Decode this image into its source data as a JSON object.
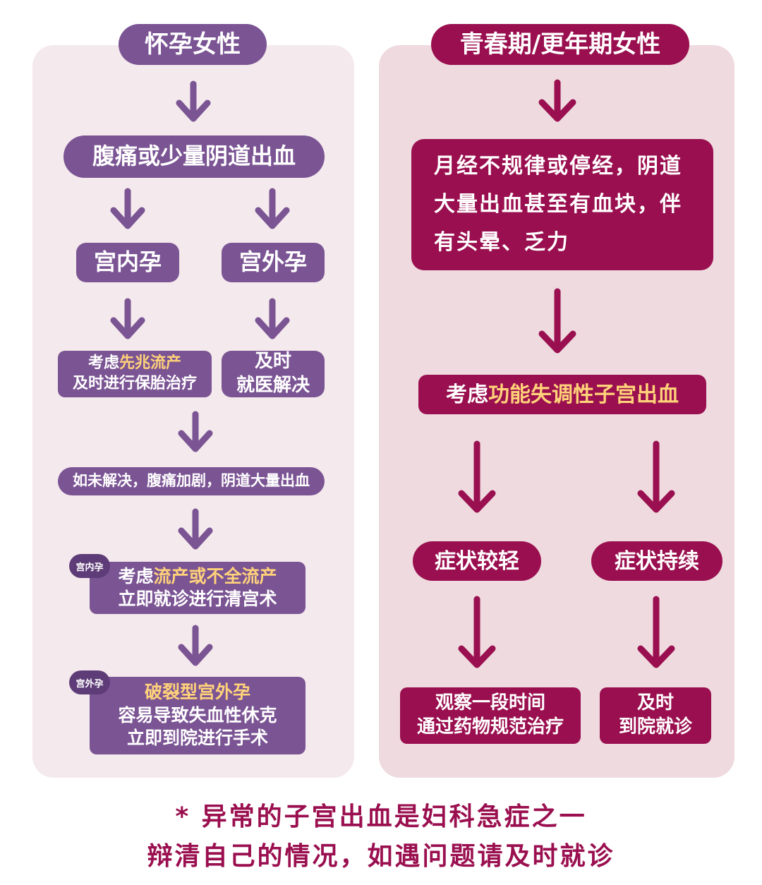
{
  "colors": {
    "purple": "#7b5494",
    "wine": "#9a0f4f",
    "highlight": "#ffd27a"
  },
  "left": {
    "title": "怀孕女性",
    "symptom": "腹痛或少量阴道出血",
    "branch_a": "宫内孕",
    "branch_b": "宫外孕",
    "a_result": {
      "prefix": "考虑",
      "highlight": "先兆流产",
      "line2": "及时进行保胎治疗"
    },
    "b_result": {
      "line1": "及时",
      "line2": "就医解决"
    },
    "worsen": "如未解决，腹痛加剧，阴道大量出血",
    "in_badge": "宫内孕",
    "in_outcome": {
      "prefix": "考虑",
      "highlight": "流产或不全流产",
      "line2": "立即就诊进行清宫术"
    },
    "ex_badge": "宫外孕",
    "ex_outcome": {
      "highlight": "破裂型宫外孕",
      "line2": "容易导致失血性休克",
      "line3": "立即到院进行手术"
    }
  },
  "right": {
    "title": "青春期/更年期女性",
    "symptom": {
      "line1": "月经不规律或停经，阴道",
      "line2": "大量出血甚至有血块，伴",
      "line3": "有头晕、乏力"
    },
    "consider": {
      "prefix": "考虑",
      "highlight": "功能失调性子宫出血"
    },
    "branch_a": "症状较轻",
    "branch_b": "症状持续",
    "a_result": {
      "line1": "观察一段时间",
      "line2": "通过药物规范治疗"
    },
    "b_result": {
      "line1": "及时",
      "line2": "到院就诊"
    }
  },
  "footer": {
    "line1": "* 异常的子宫出血是妇科急症之一",
    "line2": "辩清自己的情况，如遇问题请及时就诊"
  }
}
